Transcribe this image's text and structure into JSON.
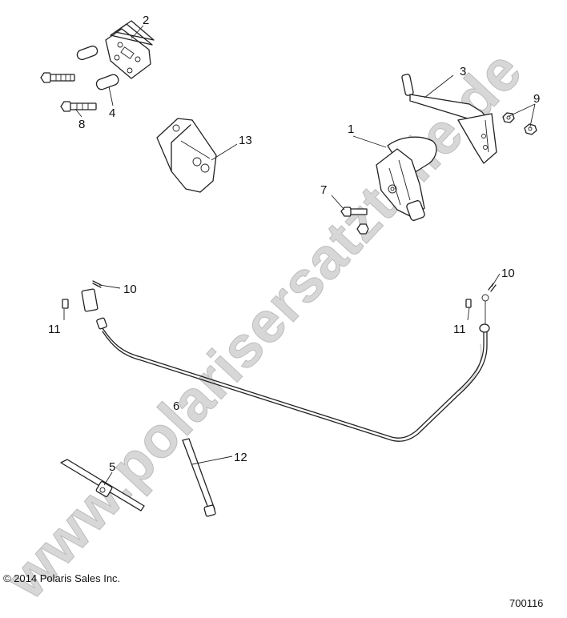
{
  "watermark": "www.polarisersatzteile.de",
  "copyright": "© 2014 Polaris Sales Inc.",
  "diagram_id": "700116",
  "callouts": {
    "c1": "1",
    "c2": "2",
    "c3": "3",
    "c4": "4",
    "c5": "5",
    "c6": "6",
    "c7": "7",
    "c8": "8",
    "c9": "9",
    "c10a": "10",
    "c10b": "10",
    "c11a": "11",
    "c11b": "11",
    "c12": "12",
    "c13": "13"
  }
}
